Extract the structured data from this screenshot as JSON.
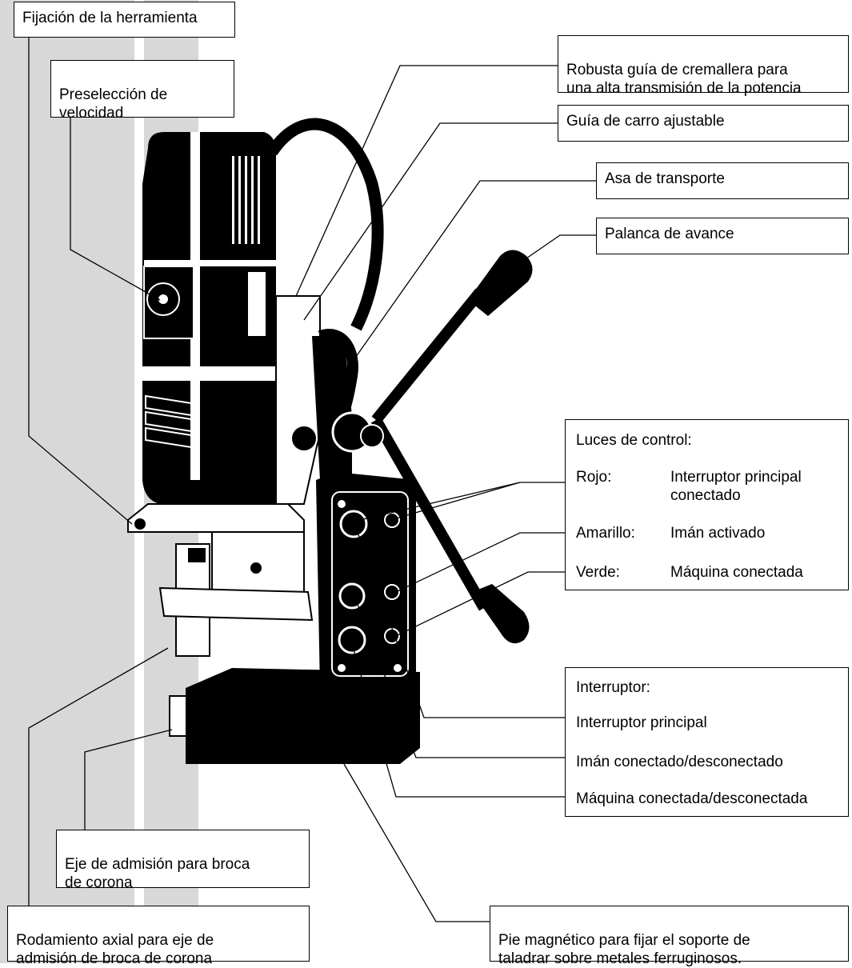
{
  "labels": {
    "tool_fixing": "Fijación de la herramienta",
    "speed_preselection": "Preselección de\nvelocidad",
    "rack_guide": "Robusta guía de cremallera para\nuna alta transmisión de la potencia",
    "slide_guide": "Guía de carro ajustable",
    "carry_handle": "Asa de transporte",
    "feed_lever": "Palanca de avance",
    "arbor": "Eje de admisión para broca\nde corona",
    "axial_bearing": "Rodamiento axial para eje de\nadmisión de broca de corona",
    "magnetic_base": "Pie magnético para fijar el soporte de\ntaladrar sobre metales ferruginosos."
  },
  "control_lights": {
    "title": "Luces de control:",
    "rows": [
      {
        "color": "Rojo:",
        "meaning": "Interruptor principal\nconectado"
      },
      {
        "color": "Amarillo:",
        "meaning": "Imán activado"
      },
      {
        "color": "Verde:",
        "meaning": "Máquina conectada"
      }
    ]
  },
  "switches": {
    "title": "Interruptor:",
    "items": [
      "Interruptor principal",
      "Imán conectado/desconectado",
      "Máquina conectada/desconectada"
    ]
  },
  "colors": {
    "background_strip": "#d8d8d8",
    "ink": "#000000"
  }
}
